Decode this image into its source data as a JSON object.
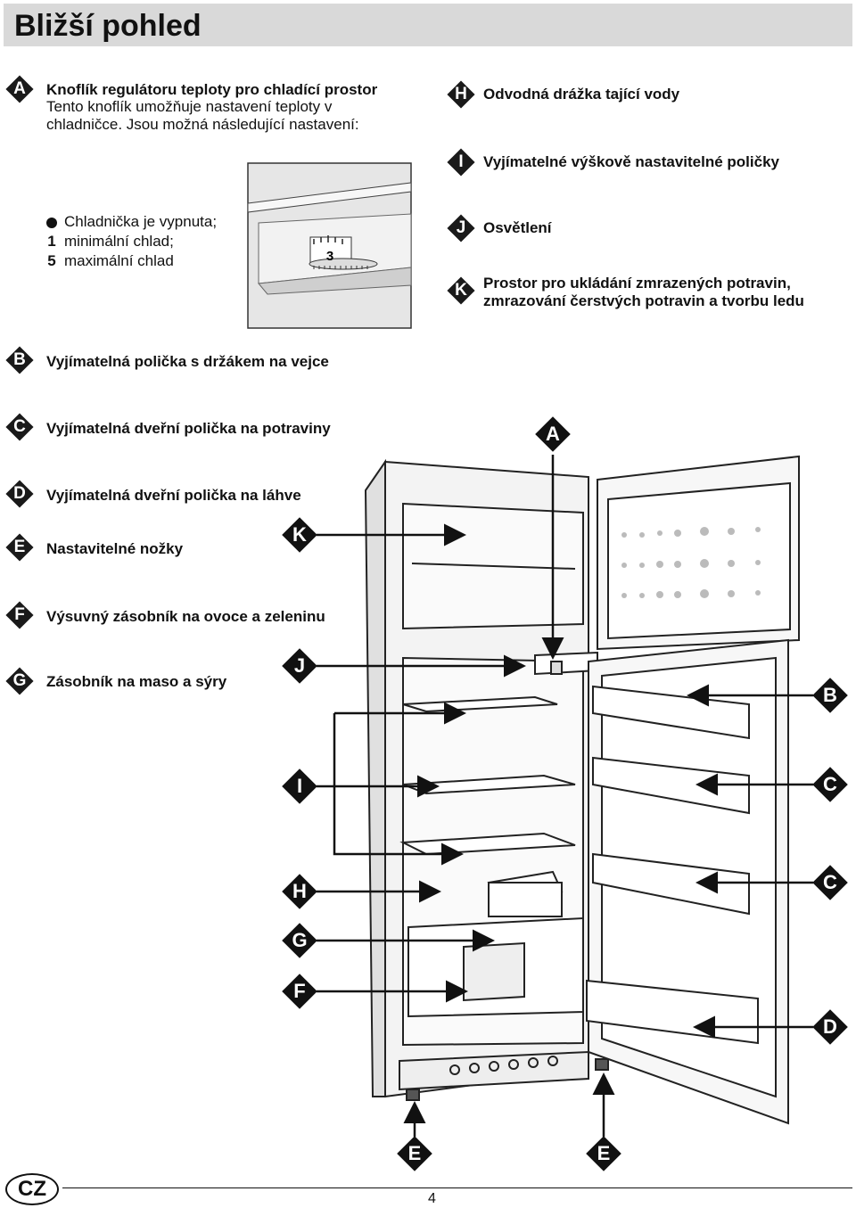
{
  "page": {
    "title": "Bližší pohled",
    "language_badge": "CZ",
    "page_number": "4"
  },
  "items": {
    "A": {
      "letter": "A",
      "heading": "Knoflík regulátoru teploty pro chladící prostor",
      "line1": "Tento knoflík umožňuje nastavení teploty v",
      "line2": "chladničce. Jsou možná následující nastavení:"
    },
    "H": {
      "letter": "H",
      "label": "Odvodná drážka tající vody"
    },
    "I": {
      "letter": "I",
      "label": "Vyjímatelné výškově nastavitelné poličky"
    },
    "J": {
      "letter": "J",
      "label": "Osvětlení"
    },
    "K": {
      "letter": "K",
      "line1": "Prostor pro ukládání zmrazených potravin,",
      "line2": "zmrazování čerstvých potravin a tvorbu ledu"
    },
    "B": {
      "letter": "B",
      "label": "Vyjímatelná polička s držákem na vejce"
    },
    "C": {
      "letter": "C",
      "label": "Vyjímatelná dveřní polička na potraviny"
    },
    "D": {
      "letter": "D",
      "label": "Vyjímatelná dveřní polička na láhve"
    },
    "E": {
      "letter": "E",
      "label": "Nastavitelné nožky"
    },
    "F": {
      "letter": "F",
      "label": "Výsuvný zásobník na ovoce a zeleninu"
    },
    "G": {
      "letter": "G",
      "label": "Zásobník na maso a sýry"
    }
  },
  "settings": [
    {
      "key": "",
      "text": "Chladnička je vypnuta;"
    },
    {
      "key": "1",
      "text": "minimální chlad;"
    },
    {
      "key": "5",
      "text": "maximální chlad"
    }
  ],
  "knob_label": "3",
  "callouts": {
    "A": "A",
    "K": "K",
    "J": "J",
    "I": "I",
    "H": "H",
    "G": "G",
    "F": "F",
    "B": "B",
    "C1": "C",
    "C2": "C",
    "D": "D",
    "E1": "E",
    "E2": "E"
  }
}
